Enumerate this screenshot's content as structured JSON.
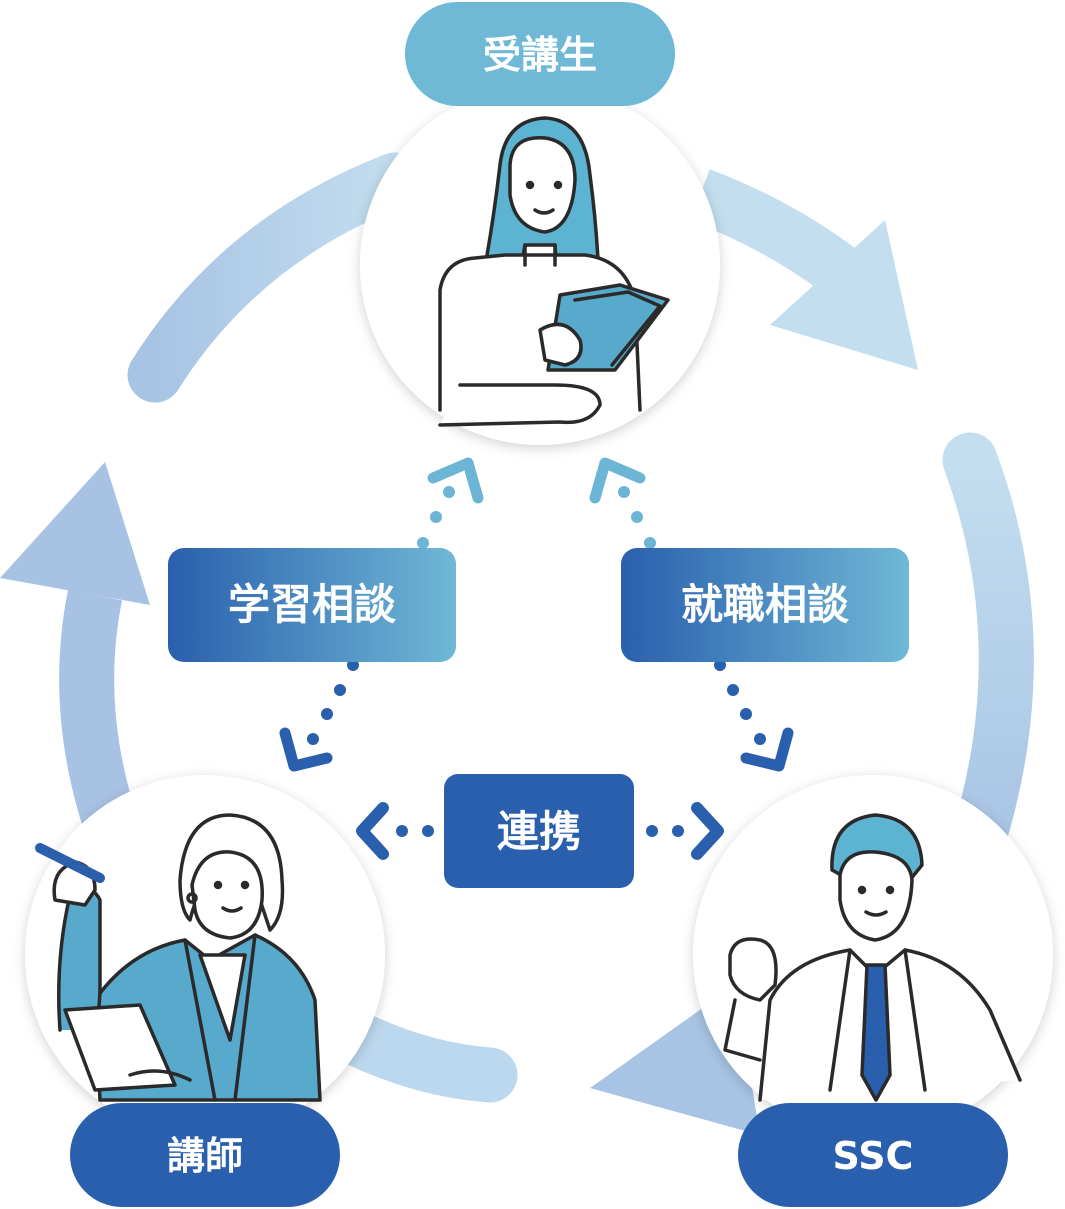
{
  "nodes": {
    "student": {
      "label": "受講生"
    },
    "instructor": {
      "label": "講師"
    },
    "ssc": {
      "label": "SSC"
    }
  },
  "relations": {
    "study_consultation": {
      "label": "学習相談"
    },
    "career_consultation": {
      "label": "就職相談"
    },
    "collaboration": {
      "label": "連携"
    }
  },
  "colors": {
    "pill_light": "#6fb8d6",
    "pill_dark": "#2a5fad",
    "arrow_light": "#c0dbee",
    "arrow_mid": "#a8c4e4",
    "accent_teal": "#6cb5d4",
    "line_ink": "#2a2a2a",
    "shirt_blue": "#58aacd",
    "hair_teal": "#5db3d2"
  },
  "icons": {
    "student": "woman-with-folders-illustration",
    "instructor": "woman-instructor-with-pen-illustration",
    "ssc": "man-in-suit-fist-illustration"
  }
}
